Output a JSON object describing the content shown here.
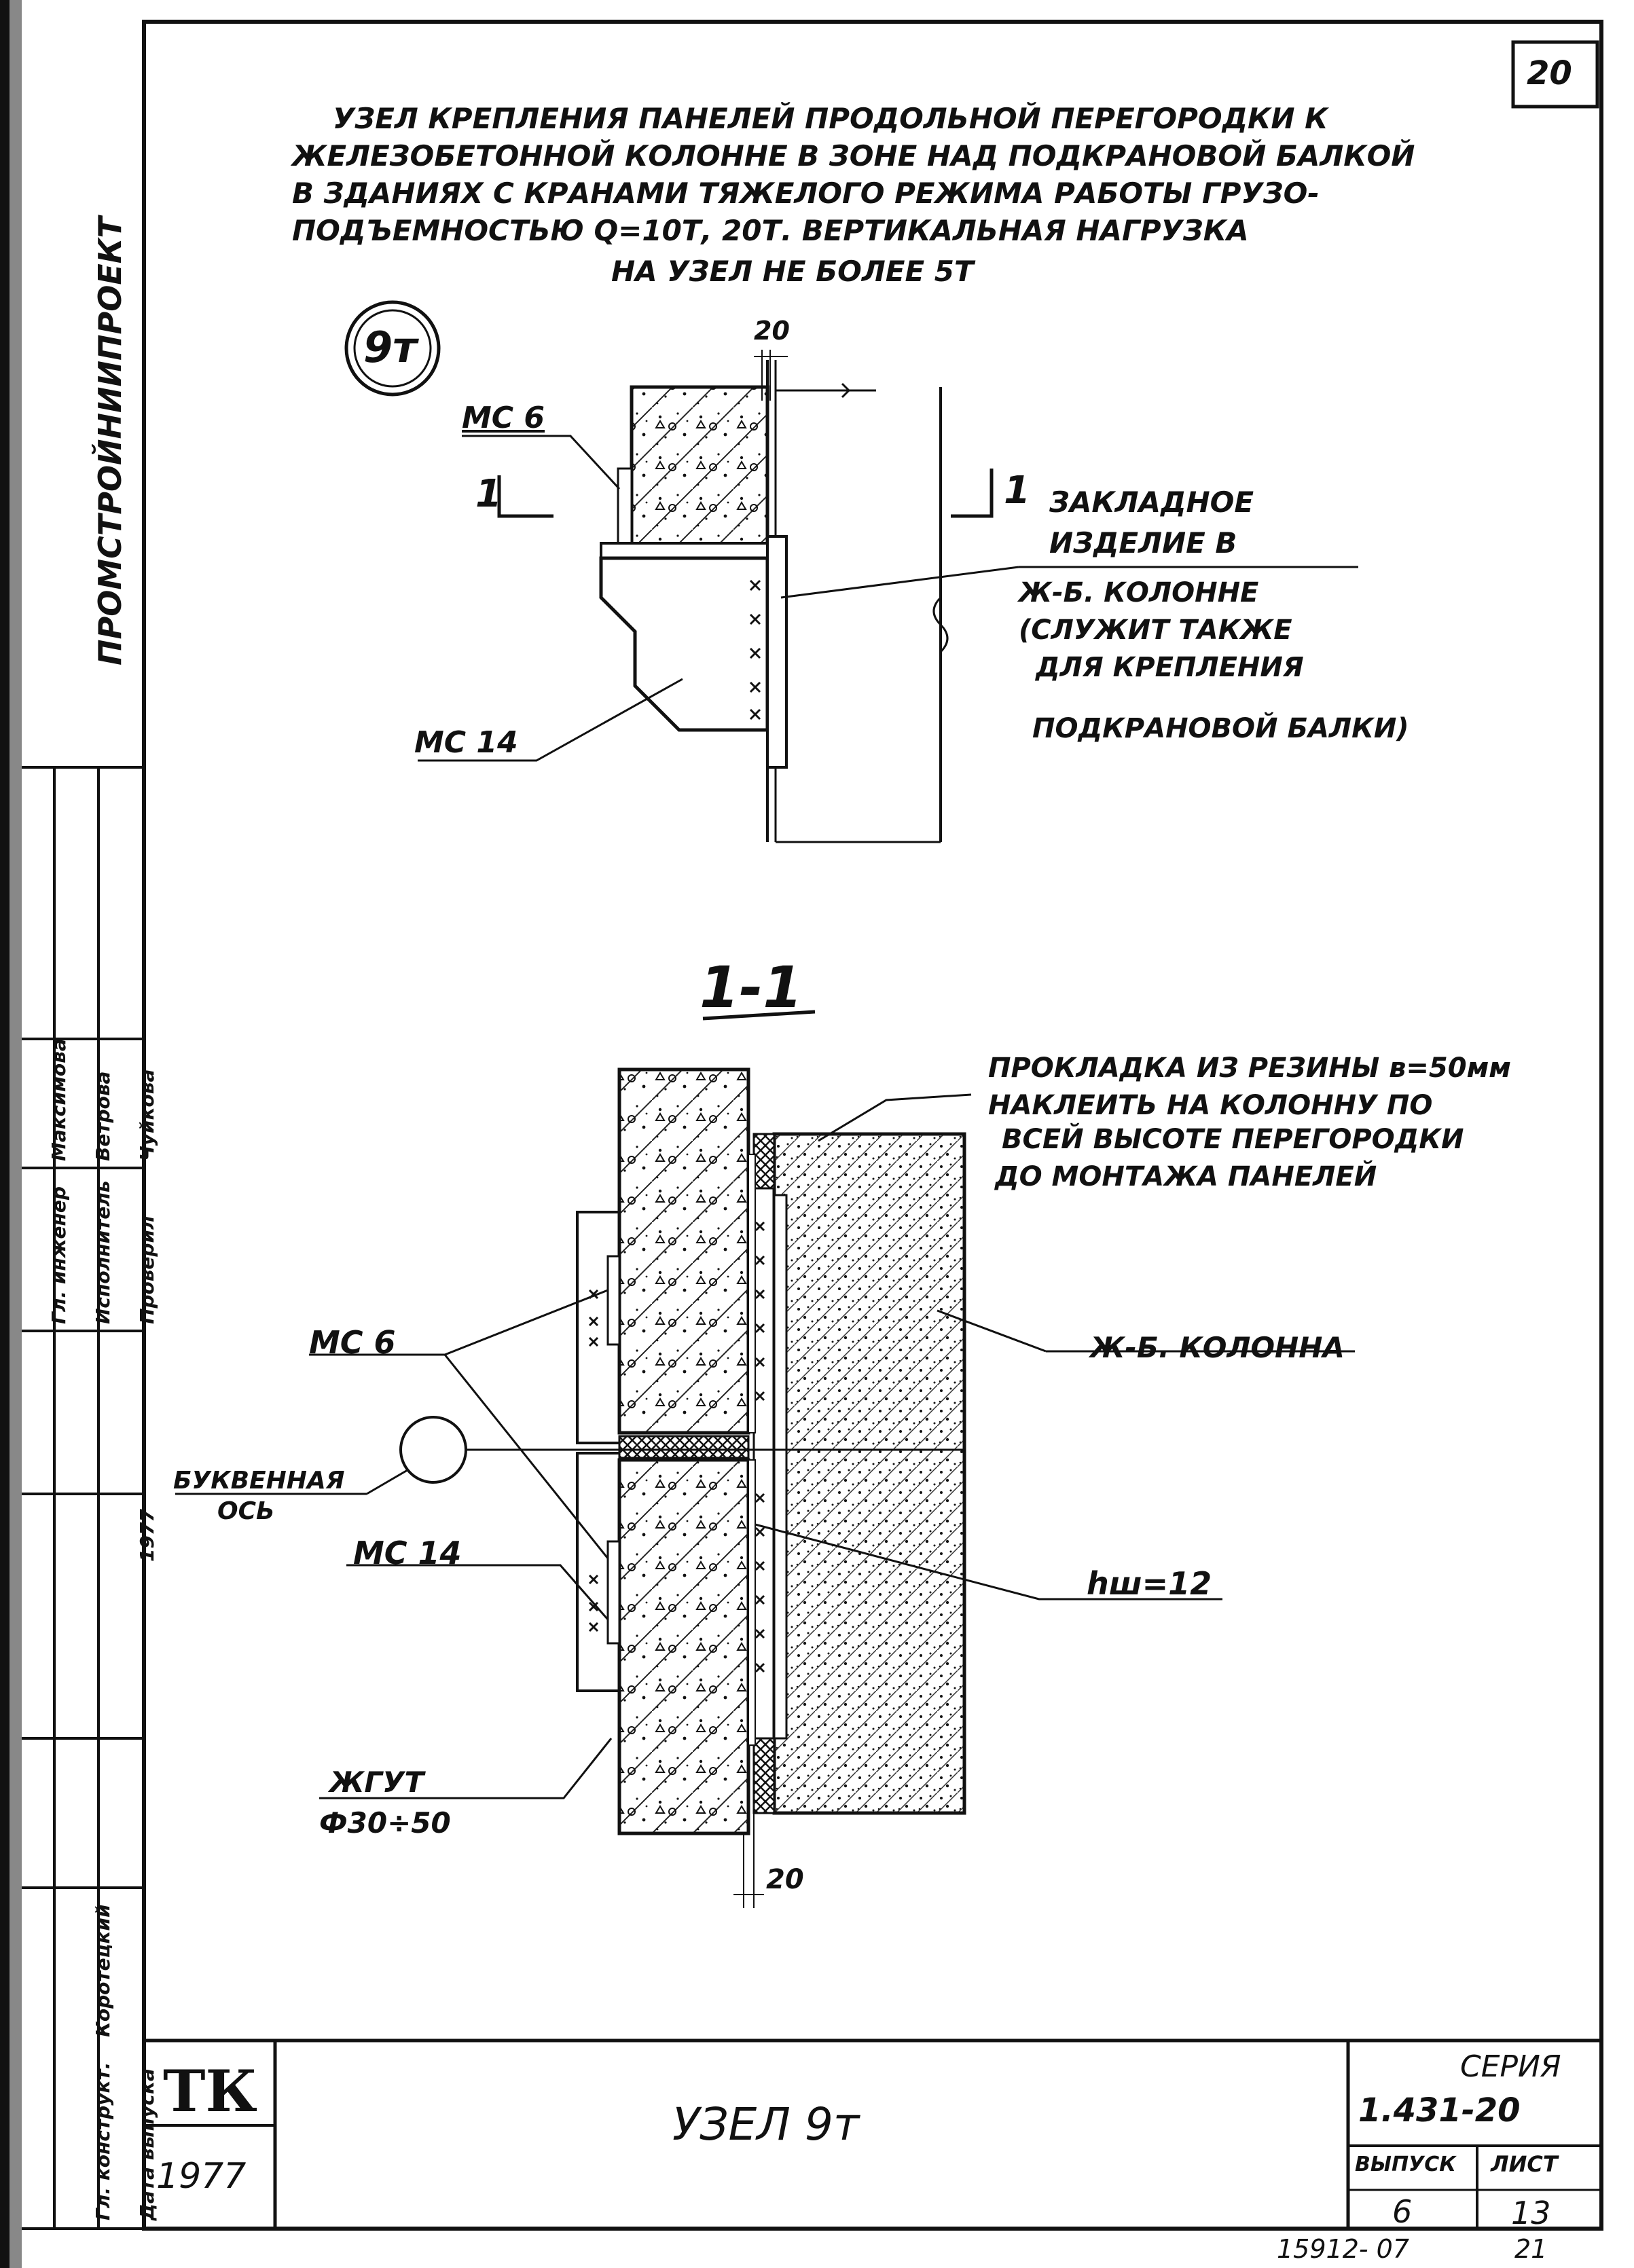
{
  "sheet": {
    "page_number": "20",
    "title_lines": [
      "УЗЕЛ КРЕПЛЕНИЯ ПАНЕЛЕЙ ПРОДОЛЬНОЙ ПЕРЕГОРОДКИ К",
      "ЖЕЛЕЗОБЕТОННОЙ КОЛОННЕ В ЗОНЕ НАД ПОДКРАНОВОЙ БАЛКОЙ",
      "В ЗДАНИЯХ С КРАНАМИ ТЯЖЕЛОГО РЕЖИМА РАБОТЫ ГРУЗО-",
      "ПОДЪЕМНОСТЬЮ Q=10Т, 20Т. ВЕРТИКАЛЬНАЯ НАГРУЗКА",
      "НА УЗЕЛ НЕ БОЛЕЕ 5Т"
    ]
  },
  "upper_drawing": {
    "node_mark": "9т",
    "mc6": "МС 6",
    "mc14": "МС 14",
    "dim_20": "20",
    "section_left": "1",
    "section_right": "1",
    "embed_note": [
      "ЗАКЛАДНОЕ",
      "ИЗДЕЛИЕ В",
      "Ж-Б. КОЛОННЕ",
      "(СЛУЖИТ ТАКЖЕ",
      "ДЛЯ КРЕПЛЕНИЯ",
      "ПОДКРАНОВОЙ БАЛКИ)"
    ]
  },
  "section": {
    "label": "1-1",
    "gasket_note": [
      "ПРОКЛАДКА ИЗ РЕЗИНЫ в=50мм",
      "НАКЛЕИТЬ НА КОЛОННУ ПО",
      "ВСЕЙ ВЫСОТЕ ПЕРЕГОРОДКИ",
      "ДО МОНТАЖА ПАНЕЛЕЙ"
    ],
    "column": "Ж-Б. КОЛОННА",
    "mc6": "МС 6",
    "mc14": "МС 14",
    "axis": [
      "БУКВЕННАЯ",
      "ОСЬ"
    ],
    "weld": "hш=12",
    "harness": [
      "ЖГУТ",
      "Ф30÷50"
    ],
    "dim_20": "20"
  },
  "left_strip": {
    "org": "ПРОМСТРОЙНИИПРОЕКТ",
    "rows": [
      [
        "Гл. инженер",
        "Максимова"
      ],
      [
        "Исполнитель",
        "Ветрова"
      ],
      [
        "Проверил",
        "Чуйкова"
      ],
      [
        "Гл. конструкт.",
        "Коротецкий"
      ],
      [
        "Дата выпуска",
        "1977"
      ]
    ]
  },
  "title_block": {
    "logo": "ТК",
    "year": "1977",
    "name": "УЗЕЛ 9т",
    "series_label": "СЕРИЯ",
    "series": "1.431-20",
    "issue_label": "ВЫПУСК",
    "sheet_label": "ЛИСТ",
    "issue": "6",
    "sheet": "13",
    "archive": "15912- 07",
    "archive_sheet": "21"
  }
}
